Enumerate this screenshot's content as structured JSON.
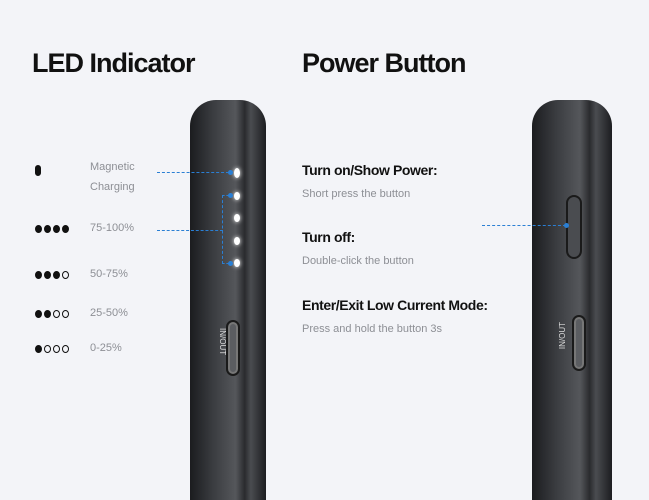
{
  "led_section": {
    "title": "LED Indicator",
    "rows": [
      {
        "label": "Magnetic Charging",
        "label_line1": "Magnetic",
        "label_line2": "Charging",
        "filled": 1,
        "total": 1
      },
      {
        "label": "75-100%",
        "filled": 4,
        "total": 4
      },
      {
        "label": "50-75%",
        "filled": 3,
        "total": 4
      },
      {
        "label": "25-50%",
        "filled": 2,
        "total": 4
      },
      {
        "label": "0-25%",
        "filled": 1,
        "total": 4
      }
    ],
    "port_label": "IN/OUT"
  },
  "power_section": {
    "title": "Power Button",
    "items": [
      {
        "heading": "Turn on/Show Power:",
        "desc": "Short press the button"
      },
      {
        "heading": "Turn off:",
        "desc": "Double-click the button"
      },
      {
        "heading": "Enter/Exit Low Current Mode:",
        "desc": "Press and hold the button 3s"
      }
    ],
    "port_label": "IN/OUT"
  },
  "colors": {
    "accent": "#2a7fd4",
    "background": "#f3f4f8"
  }
}
